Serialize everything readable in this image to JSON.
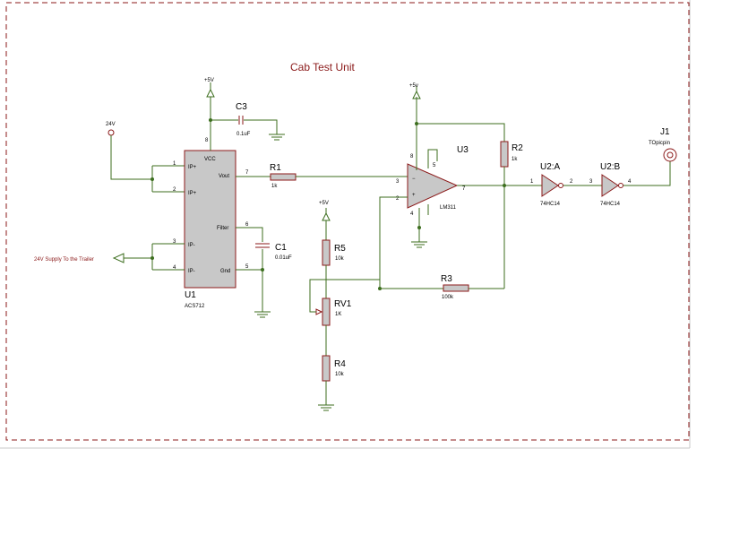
{
  "title": "Cab Test Unit",
  "rails": {
    "vcc_u1": "+5V",
    "vcc_u3": "+5v",
    "vcc_rv": "+5V",
    "input_24v": "24V"
  },
  "net_labels": {
    "supply_to_trailer": "24V Supply To the Trailer"
  },
  "components": {
    "U1": {
      "ref": "U1",
      "value": "ACS712",
      "pins": {
        "ip1": "IP+",
        "ip2": "IP+",
        "im1": "IP-",
        "im2": "IP-",
        "vcc": "VCC",
        "vout": "Vout",
        "filter": "Filter",
        "gnd": "Gnd"
      },
      "pin_numbers": {
        "p1": "1",
        "p2": "2",
        "p3": "3",
        "p4": "4",
        "p5": "5",
        "p6": "6",
        "p7": "7",
        "p8": "8"
      }
    },
    "C3": {
      "ref": "C3",
      "value": "0.1uF"
    },
    "C1": {
      "ref": "C1",
      "value": "0.01uF"
    },
    "R1": {
      "ref": "R1",
      "value": "1k"
    },
    "R2": {
      "ref": "R2",
      "value": "1k"
    },
    "R3": {
      "ref": "R3",
      "value": "100k"
    },
    "R4": {
      "ref": "R4",
      "value": "10k"
    },
    "R5": {
      "ref": "R5",
      "value": "10k"
    },
    "RV1": {
      "ref": "RV1",
      "value": "1K"
    },
    "U3": {
      "ref": "U3",
      "value": "LM311",
      "pin_numbers": {
        "p2": "2",
        "p3": "3",
        "p7": "7",
        "p8": "8",
        "p4": "4",
        "p5": "5"
      }
    },
    "U2A": {
      "ref": "U2:A",
      "value": "74HC14",
      "pin_numbers": {
        "in": "1",
        "out": "2"
      }
    },
    "U2B": {
      "ref": "U2:B",
      "value": "74HC14",
      "pin_numbers": {
        "in": "3",
        "out": "4"
      }
    },
    "J1": {
      "ref": "J1",
      "value": "TOpicpin"
    }
  },
  "colors": {
    "wire": "#3c6e1e",
    "component": "#8b1a1a",
    "body": "#c8c8c8"
  }
}
